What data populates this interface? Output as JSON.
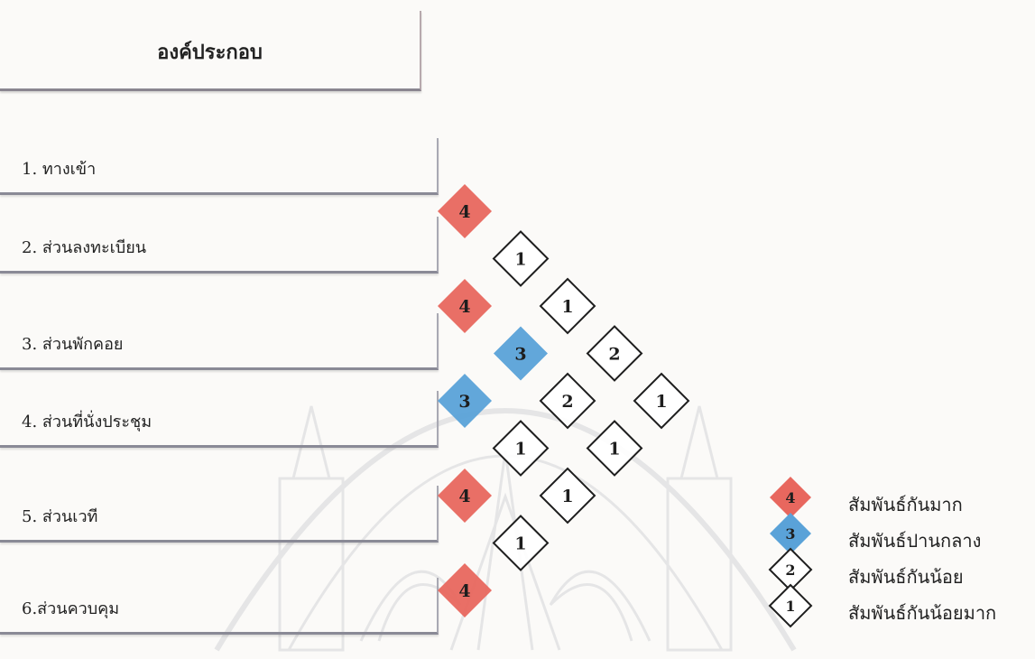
{
  "header": {
    "title": "องค์ประกอบ"
  },
  "components": [
    {
      "label": "1. ทางเข้า"
    },
    {
      "label": "2. ส่วนลงทะเบียน"
    },
    {
      "label": "3. ส่วนพักคอย"
    },
    {
      "label": "4. ส่วนที่นั่งประชุม"
    },
    {
      "label": "5. ส่วนเวที"
    },
    {
      "label": "6.ส่วนควบคุม"
    }
  ],
  "levels": {
    "4": {
      "text": "4",
      "color": "#e8675e"
    },
    "3": {
      "text": "3",
      "color": "#5aa2d8"
    },
    "2": {
      "text": "2",
      "color": "none"
    },
    "1": {
      "text": "1",
      "color": "none"
    }
  },
  "relationships": [
    {
      "a": 1,
      "b": 2,
      "level": 4
    },
    {
      "a": 1,
      "b": 3,
      "level": 1
    },
    {
      "a": 1,
      "b": 4,
      "level": 1
    },
    {
      "a": 1,
      "b": 5,
      "level": 2
    },
    {
      "a": 1,
      "b": 6,
      "level": 1
    },
    {
      "a": 2,
      "b": 3,
      "level": 4
    },
    {
      "a": 2,
      "b": 4,
      "level": 3
    },
    {
      "a": 2,
      "b": 5,
      "level": 2
    },
    {
      "a": 2,
      "b": 6,
      "level": 1
    },
    {
      "a": 3,
      "b": 4,
      "level": 3
    },
    {
      "a": 3,
      "b": 5,
      "level": 1
    },
    {
      "a": 3,
      "b": 6,
      "level": 1
    },
    {
      "a": 4,
      "b": 5,
      "level": 4
    },
    {
      "a": 4,
      "b": 6,
      "level": 1
    },
    {
      "a": 5,
      "b": 6,
      "level": 4
    }
  ],
  "legend": [
    {
      "level": "4",
      "label": "สัมพันธ์กันมาก"
    },
    {
      "level": "3",
      "label": "สัมพันธ์ปานกลาง"
    },
    {
      "level": "2",
      "label": "สัมพันธ์กันน้อย"
    },
    {
      "level": "1",
      "label": "สัมพันธ์กันน้อยมาก"
    }
  ]
}
